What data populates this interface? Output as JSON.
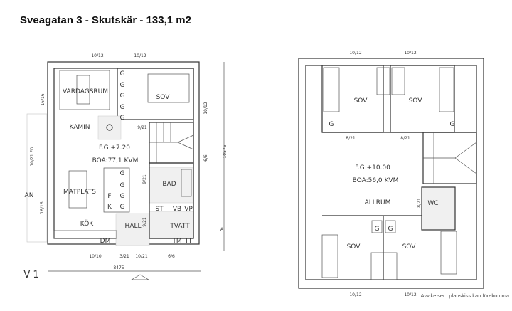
{
  "title": "Sveagatan 3 - Skutskär - 133,1 m2",
  "ground_floor": {
    "window_labels": [
      "10/12",
      "10/12",
      "16/16",
      "10/12",
      "6/6",
      "16/16"
    ],
    "door_labels": [
      "9/21",
      "9/21",
      "9/21",
      "10/21 FD"
    ],
    "bottom_labels": [
      "10/10",
      "3/21",
      "10/21",
      "6/6"
    ],
    "dim_height": "10575",
    "dim_width": "8475",
    "rooms": {
      "living": "VARDAGSRUM",
      "bedroom": "SOV",
      "fireplace": "KAMIN",
      "dining": "MATPLATS",
      "kitchen": "KÖK",
      "hall": "HALL",
      "bath": "BAD",
      "laundry": "TVATT",
      "porch": "AN"
    },
    "level": "F.G +7.20",
    "area": "BOA:77,1 KVM",
    "closets": [
      "G",
      "G",
      "G",
      "G",
      "G",
      "G",
      "G",
      "G",
      "G"
    ],
    "fixtures": {
      "f": "F",
      "k": "K",
      "st": "ST",
      "vb": "VB",
      "vp": "VP",
      "dm": "DM",
      "tm": "TM",
      "tt": "TT"
    },
    "section_marker": "A",
    "plan_label": "V 1"
  },
  "upper_floor": {
    "window_labels": [
      "10/12",
      "10/12",
      "10/12",
      "10/12"
    ],
    "door_labels": [
      "8/21",
      "8/21",
      "8/21"
    ],
    "rooms": {
      "bed1": "SOV",
      "bed2": "SOV",
      "bed3": "SOV",
      "bed4": "SOV",
      "family": "ALLRUM",
      "wc": "WC"
    },
    "level": "F.G +10.00",
    "area": "BOA:56,0 KVM",
    "closets": [
      "G",
      "G",
      "G",
      "G"
    ],
    "note": "Avvikelser i planskiss kan förekomma"
  }
}
